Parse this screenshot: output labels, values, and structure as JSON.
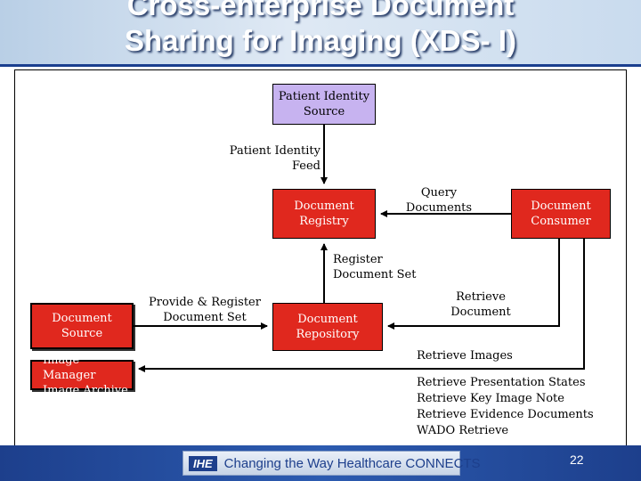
{
  "slide": {
    "title_line1": "Cross-enterprise Document",
    "title_line2": "Sharing for Imaging (XDS- I)",
    "page_number": "22"
  },
  "nodes": {
    "patient_identity_source": "Patient Identity Source",
    "document_registry": "Document Registry",
    "document_consumer": "Document Consumer",
    "document_source": "Document Source",
    "image_manager": "Image Manager Image Archive",
    "document_repository": "Document Repository"
  },
  "labels": {
    "patient_identity_feed_1": "Patient Identity",
    "patient_identity_feed_2": "Feed",
    "query_documents_1": "Query",
    "query_documents_2": "Documents",
    "register_document_set_1": "Register",
    "register_document_set_2": "Document Set",
    "provide_register_1": "Provide & Register",
    "provide_register_2": "Document Set",
    "retrieve_document_1": "Retrieve",
    "retrieve_document_2": "Document",
    "retrieve_images": "Retrieve Images",
    "retrieve_presentation_states": "Retrieve Presentation States",
    "retrieve_key_image_note": "Retrieve Key Image Note",
    "retrieve_evidence_documents": "Retrieve Evidence Documents",
    "wado_retrieve": "WADO Retrieve"
  },
  "footer": {
    "logo": "IHE",
    "tagline": "Changing the Way Healthcare CONNECTS"
  },
  "colors": {
    "actor_red": "#e0281e",
    "actor_lavender": "#c7b3f0",
    "brand_blue": "#1d3f8c"
  }
}
